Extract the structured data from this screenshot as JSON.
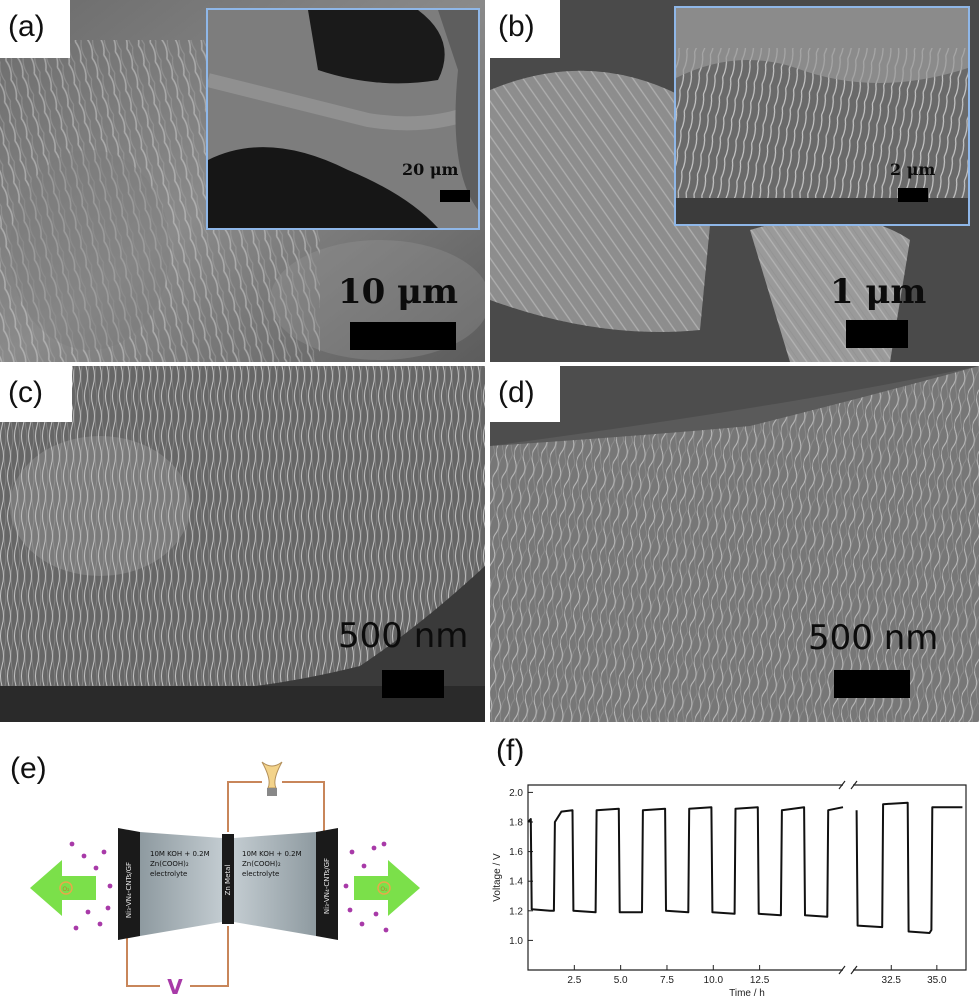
{
  "panels": {
    "a": {
      "label": "(a)",
      "scale": "10 μm",
      "inset_scale": "20 μm"
    },
    "b": {
      "label": "(b)",
      "scale": "1 μm",
      "inset_scale": "2 μm"
    },
    "c": {
      "label": "(c)",
      "scale": "500 nm"
    },
    "d": {
      "label": "(d)",
      "scale": "500 nm"
    },
    "e": {
      "label": "(e)",
      "left_electrode": "Ni₃-VN₄-CNTs/GF",
      "chamber_left": [
        "10M KOH + 0.2M",
        "Zn(COOH)₂",
        "electrolyte"
      ],
      "middle_electrode": "Zn Metal",
      "chamber_right": [
        "10M KOH + 0.2M",
        "Zn(COOH)₂",
        "electrolyte"
      ],
      "right_electrode": "Ni₃-VN₄-CNTs/GF",
      "arrow_left_label": "O₂",
      "arrow_right_label": "O₂",
      "meter_label": "V",
      "colors": {
        "arrow": "#7be04a",
        "dots": "#a83aa8",
        "wire": "#c8865a",
        "chamber": "#b8c2c7"
      }
    },
    "f": {
      "label": "(f)"
    }
  },
  "chart_data": {
    "type": "line",
    "title": "",
    "xlabel": "Time / h",
    "ylabel": "Voltage / V",
    "ylim": [
      0.8,
      2.05
    ],
    "yticks": [
      "1.0",
      "1.2",
      "1.4",
      "1.6",
      "1.8",
      "2.0"
    ],
    "xticks": [
      "2.5",
      "5.0",
      "7.5",
      "10.0",
      "12.5",
      "32.5",
      "35.0"
    ],
    "axis_break": true,
    "series": [
      {
        "segment": "before-break",
        "points": [
          [
            0.0,
            1.8
          ],
          [
            0.15,
            1.82
          ],
          [
            0.2,
            1.21
          ],
          [
            1.2,
            1.2
          ],
          [
            1.4,
            1.2
          ],
          [
            1.45,
            1.8
          ],
          [
            1.8,
            1.87
          ],
          [
            2.4,
            1.88
          ],
          [
            2.45,
            1.2
          ],
          [
            3.65,
            1.19
          ],
          [
            3.7,
            1.88
          ],
          [
            4.9,
            1.89
          ],
          [
            4.95,
            1.19
          ],
          [
            6.15,
            1.19
          ],
          [
            6.2,
            1.88
          ],
          [
            7.4,
            1.89
          ],
          [
            7.45,
            1.2
          ],
          [
            8.65,
            1.19
          ],
          [
            8.7,
            1.89
          ],
          [
            9.9,
            1.9
          ],
          [
            9.95,
            1.19
          ],
          [
            11.15,
            1.18
          ],
          [
            11.2,
            1.89
          ],
          [
            12.4,
            1.9
          ],
          [
            12.45,
            1.18
          ],
          [
            13.65,
            1.17
          ],
          [
            13.7,
            1.88
          ],
          [
            14.9,
            1.9
          ],
          [
            14.95,
            1.17
          ],
          [
            16.15,
            1.16
          ],
          [
            16.2,
            1.88
          ],
          [
            17.0,
            1.9
          ]
        ]
      },
      {
        "segment": "after-break",
        "points": [
          [
            30.6,
            1.88
          ],
          [
            30.65,
            1.1
          ],
          [
            32.0,
            1.09
          ],
          [
            32.05,
            1.92
          ],
          [
            33.4,
            1.93
          ],
          [
            33.45,
            1.06
          ],
          [
            34.6,
            1.05
          ],
          [
            34.7,
            1.07
          ],
          [
            34.75,
            1.9
          ],
          [
            36.4,
            1.9
          ]
        ]
      }
    ]
  }
}
